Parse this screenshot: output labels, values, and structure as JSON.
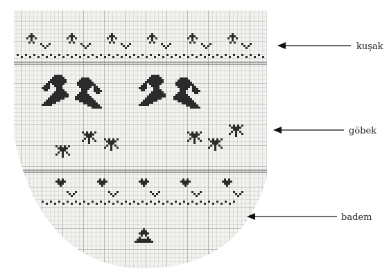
{
  "labels": {
    "kusak": "kuşak",
    "gobek": "göbek",
    "badem": "badem"
  },
  "colors": {
    "grid_background": "#f2f2ef",
    "grid_lines": "#9a9a9a",
    "motif_fill": "#2b2b2b",
    "arrow": "#111111"
  }
}
